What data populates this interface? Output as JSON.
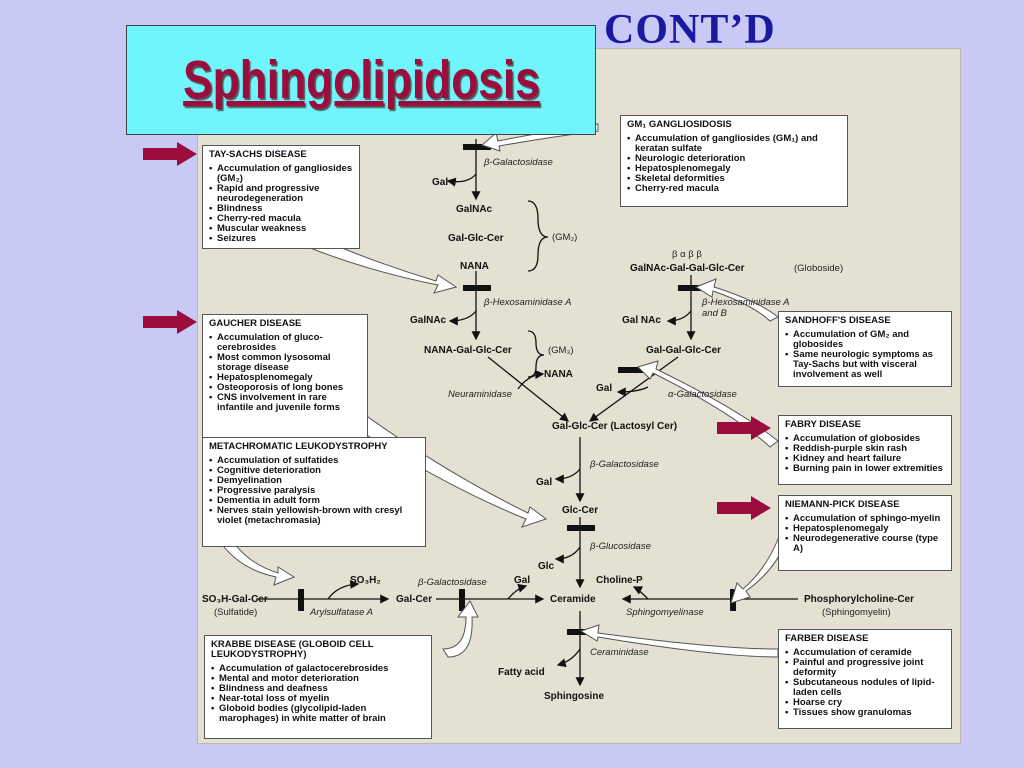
{
  "header": {
    "cont": "CONT’D",
    "title": "Sphingolipidosis"
  },
  "boxes": {
    "gm1": {
      "title": "GM₁ GANGLIOSIDOSIS",
      "items": [
        "Accumulation of gangliosides (GM₁) and keratan sulfate",
        "Neurologic deterioration",
        "Hepatosplenomegaly",
        "Skeletal deformities",
        "Cherry-red macula"
      ]
    },
    "tay": {
      "title": "TAY-SACHS DISEASE",
      "items": [
        "Accumulation of gangliosides (GM₂)",
        "Rapid and progressive neurodegeneration",
        "Blindness",
        "Cherry-red macula",
        "Muscular weakness",
        "Seizures"
      ]
    },
    "gaucher": {
      "title": "GAUCHER DISEASE",
      "items": [
        "Accumulation of gluco-cerebrosides",
        "Most common lysosomal storage disease",
        "Hepatosplenomegaly",
        "Osteoporosis of long bones",
        "CNS involvement in rare infantile and juvenile forms"
      ]
    },
    "sandhoff": {
      "title": "SANDHOFF'S DISEASE",
      "items": [
        "Accumulation of GM₂ and globosides",
        "Same neurologic symptoms as Tay-Sachs but with visceral involvement as well"
      ]
    },
    "fabry": {
      "title": "FABRY DISEASE",
      "items": [
        "Accumulation of globosides",
        "Reddish-purple skin rash",
        "Kidney and heart failure",
        "Burning pain in lower extremities"
      ]
    },
    "meta": {
      "title": "METACHROMATIC LEUKODYSTROPHY",
      "items": [
        "Accumulation of sulfatides",
        "Cognitive deterioration",
        "Demyelination",
        "Progressive paralysis",
        "Dementia in adult form",
        "Nerves stain yellowish-brown with cresyl violet (metachromasia)"
      ]
    },
    "niemann": {
      "title": "NIEMANN-PICK DISEASE",
      "items": [
        "Accumulation of sphingo-myelin",
        "Hepatosplenomegaly",
        "Neurodegenerative course (type A)"
      ]
    },
    "krabbe": {
      "title": "KRABBE DISEASE (GLOBOID CELL LEUKODYSTROPHY)",
      "items": [
        "Accumulation of galactocerebrosides",
        "Mental and motor deterioration",
        "Blindness and deafness",
        "Near-total loss of myelin",
        "Globoid bodies (glycolipid-laden marophages) in white matter of brain"
      ]
    },
    "farber": {
      "title": "FARBER DISEASE",
      "items": [
        "Accumulation of ceramide",
        "Painful and progressive joint deformity",
        "Subcutaneous nodules of lipid-laden cells",
        "Hoarse cry",
        "Tissues show granulomas"
      ]
    }
  },
  "pathway": {
    "enz_bgal1": "β-Galactosidase",
    "gal1": "Gal",
    "galnac1": "GalNAc",
    "galglccer": "Gal-Glc-Cer",
    "gm2": "(GM₂)",
    "nana1": "NANA",
    "globoside_greek": "β   α   β   β",
    "globoside_chain": "GalNAc-Gal-Gal-Glc-Cer",
    "globoside": "(Globoside)",
    "enz_hex1": "β-Hexosaminidase A",
    "galnac2": "GalNAc",
    "enz_hex2": "β-Hexosaminidase A and B",
    "galnac3": "Gal NAc",
    "nanagalglccer": "NANA-Gal-Glc-Cer",
    "gm3": "(GM₃)",
    "galgalglccer": "Gal-Gal-Glc-Cer",
    "nana2": "NANA",
    "enz_neur": "Neuraminidase",
    "gal2": "Gal",
    "enz_agal": "α-Galactosidase",
    "lactosyl": "Gal-Glc-Cer (Lactosyl Cer)",
    "enz_bgal2": "β-Galactosidase",
    "gal3": "Gal",
    "glccer": "Glc-Cer",
    "enz_bgluc": "β-Glucosidase",
    "glc": "Glc",
    "so3h2": "SO₃H₂",
    "enz_bgal3": "β-Galactosidase",
    "gal4": "Gal",
    "cholinep": "Choline-P",
    "sulfatide_name": "SO₃H-Gal-Cer",
    "sulfatide": "(Sulfatide)",
    "enz_aryl": "Arylsulfatase A",
    "galcer": "Gal-Cer",
    "ceramide": "Ceramide",
    "enz_sphingo": "Sphingomyelinase",
    "phosphoryl": "Phosphorylcholine-Cer",
    "sphingomyelin": "(Sphingomyelin)",
    "enz_ceram": "Ceraminidase",
    "fattyacid": "Fatty acid",
    "sphingosine": "Sphingosine"
  },
  "colors": {
    "background": "#c9c9f5",
    "title_box": "#6ff5fb",
    "title_text": "#9b0d3c",
    "cont_text": "#1a1aa0",
    "figure_bg": "#e4e0d2",
    "marker_arrow": "#9b0d3c"
  }
}
